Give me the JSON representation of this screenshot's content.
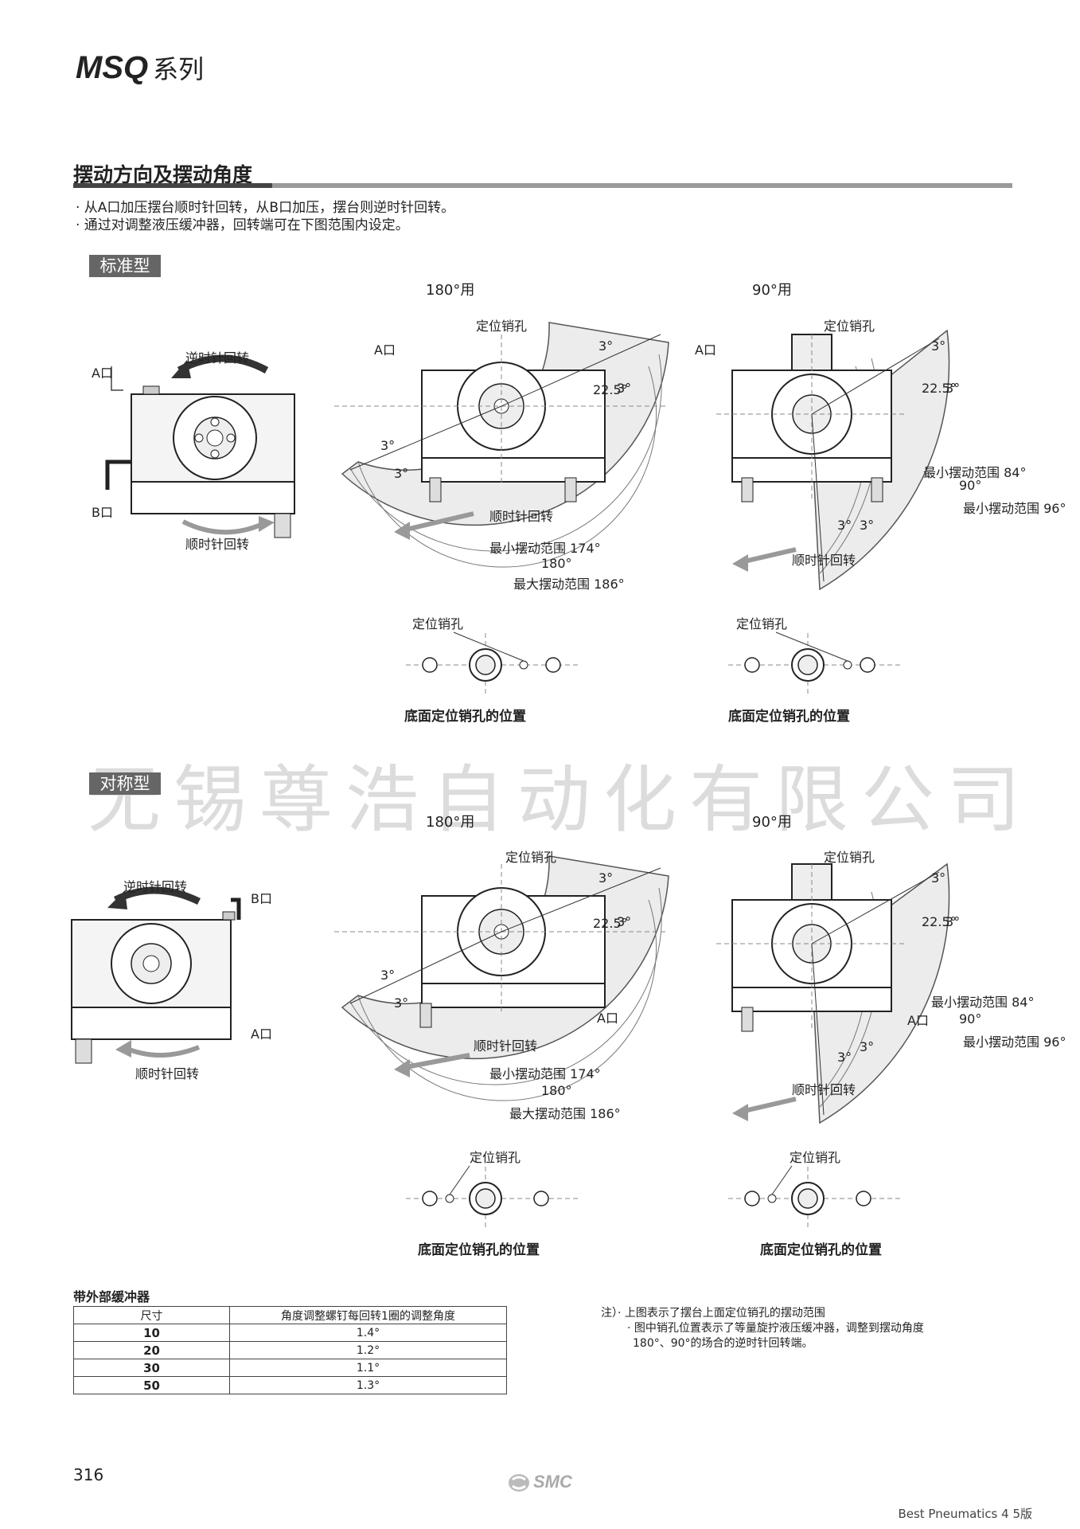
{
  "header": {
    "series_code": "MSQ",
    "series_suffix": "系列"
  },
  "section": {
    "title": "摆动方向及摆动角度",
    "bullets": [
      "· 从A口加压摆台顺时针回转，从B口加压，摆台则逆时针回转。",
      "· 通过对调整液压缓冲器，回转端可在下图范围内设定。"
    ]
  },
  "standard": {
    "tag": "标准型",
    "ccw": "逆时针回转",
    "cw": "顺时针回转",
    "port_a": "A口",
    "port_b": "B口",
    "d180": {
      "heading": "180°用",
      "pin": "定位销孔",
      "port_a": "A口",
      "ang_3": "3°",
      "ang_225": "22.5°",
      "cw": "顺时针回转",
      "min": "最小摆动范围 174°",
      "mid": "180°",
      "max": "最大摆动范围 186°"
    },
    "d90": {
      "heading": "90°用",
      "pin": "定位销孔",
      "port_a": "A口",
      "ang_3": "3°",
      "ang_225": "22.5°",
      "cw": "顺时针回转",
      "min": "最小摆动范围 84°",
      "mid": "90°",
      "max": "最小摆动范围 96°"
    },
    "bottom_180": {
      "pin": "定位销孔",
      "caption": "底面定位销孔的位置"
    },
    "bottom_90": {
      "pin": "定位销孔",
      "caption": "底面定位销孔的位置"
    }
  },
  "symmetric": {
    "tag": "对称型",
    "ccw": "逆时针回转",
    "cw": "顺时针回转",
    "port_a": "A口",
    "port_b": "B口",
    "d180": {
      "heading": "180°用",
      "pin": "定位销孔",
      "port_a": "A口",
      "ang_3": "3°",
      "ang_225": "22.5°",
      "cw": "顺时针回转",
      "min": "最小摆动范围 174°",
      "mid": "180°",
      "max": "最大摆动范围 186°"
    },
    "d90": {
      "heading": "90°用",
      "pin": "定位销孔",
      "port_a": "A口",
      "ang_3": "3°",
      "ang_225": "22.5°",
      "cw": "顺时针回转",
      "min": "最小摆动范围 84°",
      "mid": "90°",
      "max": "最小摆动范围 96°"
    },
    "bottom_180": {
      "pin": "定位销孔",
      "caption": "底面定位销孔的位置"
    },
    "bottom_90": {
      "pin": "定位销孔",
      "caption": "底面定位销孔的位置"
    }
  },
  "watermark": "无锡尊浩自动化有限公司",
  "buffer": {
    "title": "带外部缓冲器",
    "headers": [
      "尺寸",
      "角度调整螺钉每回转1圈的调整角度"
    ],
    "rows": [
      {
        "size": "10",
        "angle": "1.4°"
      },
      {
        "size": "20",
        "angle": "1.2°"
      },
      {
        "size": "30",
        "angle": "1.1°"
      },
      {
        "size": "50",
        "angle": "1.3°"
      }
    ]
  },
  "notes": [
    "注）· 上图表示了摆台上面定位销孔的摆动范围",
    "· 图中销孔位置表示了等量旋拧液压缓冲器，调整到摆动角度",
    "180°、90°的场合的逆时针回转端。"
  ],
  "footer": {
    "page": "316",
    "logo": "SMC",
    "edition": "Best Pneumatics 4 5版"
  }
}
